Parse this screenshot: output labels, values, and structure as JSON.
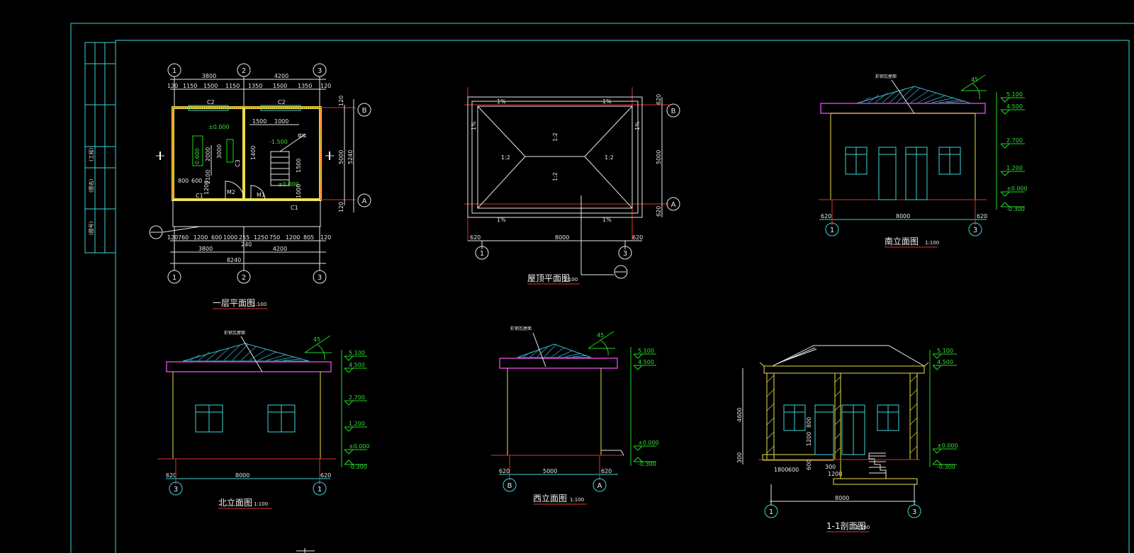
{
  "drawings": [
    {
      "id": "floor-plan",
      "title": "一层平面图",
      "scale": "1:100"
    },
    {
      "id": "roof-plan",
      "title": "屋顶平面图",
      "scale": "1:100"
    },
    {
      "id": "south-elevation",
      "title": "南立面图",
      "scale": "1:100"
    },
    {
      "id": "north-elevation",
      "title": "北立面图",
      "scale": "1:100"
    },
    {
      "id": "west-elevation",
      "title": "西立面图",
      "scale": "1:100"
    },
    {
      "id": "section-1-1",
      "title": "1-1剖面图",
      "scale": "1:100"
    }
  ],
  "axes": {
    "a1": "1",
    "a2": "2",
    "a3": "3",
    "aA": "A",
    "aB": "B"
  },
  "floor_plan": {
    "top_dims": [
      "3800",
      "4200"
    ],
    "top_sub": [
      "120",
      "1150",
      "1500",
      "1150",
      "1350",
      "1500",
      "1350",
      "120"
    ],
    "bottom_sub": [
      "120",
      "760",
      "1200",
      "600",
      "1000",
      "255",
      "1250",
      "750",
      "1200",
      "805",
      "120"
    ],
    "bottom_dims": [
      "3800",
      "4200"
    ],
    "total": "8240",
    "mid": "240",
    "right_dims": [
      "5000",
      "5240"
    ],
    "right_sub": [
      "120",
      "120"
    ],
    "labels": {
      "c2a": "C2",
      "c2b": "C2",
      "c1a": "C1",
      "c1b": "C1",
      "c3": "C3",
      "m2": "M2",
      "m1": "M1",
      "stair": "楼梯",
      "lvl1": "±0.000",
      "lvl2": "-1.500",
      "lvl3": "±0.000"
    },
    "inner": [
      "1500",
      "1000",
      "2000",
      "3000",
      "2100",
      "1400",
      "1500",
      "800",
      "600",
      "1200",
      "1000",
      "0.600"
    ]
  },
  "roof_plan": {
    "slopes": [
      "1%",
      "1%",
      "1%",
      "1%",
      "1%",
      "1%",
      "1:2",
      "1:2",
      "1:2",
      "1:2"
    ],
    "dims": [
      "620",
      "8000",
      "620"
    ],
    "right_dims": [
      "620",
      "5000",
      "620"
    ]
  },
  "south_elev": {
    "levels": [
      "5.100",
      "4.500",
      "2.700",
      "1.200",
      "±0.000",
      "-0.300"
    ],
    "dims": [
      "620",
      "8000",
      "620"
    ],
    "callout": "彩钢瓦屋面",
    "angle": "45"
  },
  "north_elev": {
    "levels": [
      "5.100",
      "4.500",
      "2.700",
      "1.200",
      "±0.000",
      "-0.300"
    ],
    "dims": [
      "620",
      "8000",
      "620"
    ],
    "callout": "彩钢瓦屋面",
    "angle": "45"
  },
  "west_elev": {
    "levels": [
      "5.100",
      "4.500",
      "±0.000",
      "-0.300"
    ],
    "dims": [
      "620",
      "5000",
      "620"
    ],
    "callout": "彩钢瓦屋面",
    "angle": "45"
  },
  "section": {
    "levels": [
      "5.100",
      "4.500",
      "±0.000",
      "-0.300"
    ],
    "dims": [
      "8000"
    ],
    "left_dims": [
      "4600",
      "300"
    ],
    "inner": [
      "1800",
      "600",
      "1200",
      "800",
      "600",
      "300",
      "1200"
    ]
  },
  "title_block": {
    "cells": [
      "(工程)",
      "(图名)",
      "(图号)"
    ]
  }
}
